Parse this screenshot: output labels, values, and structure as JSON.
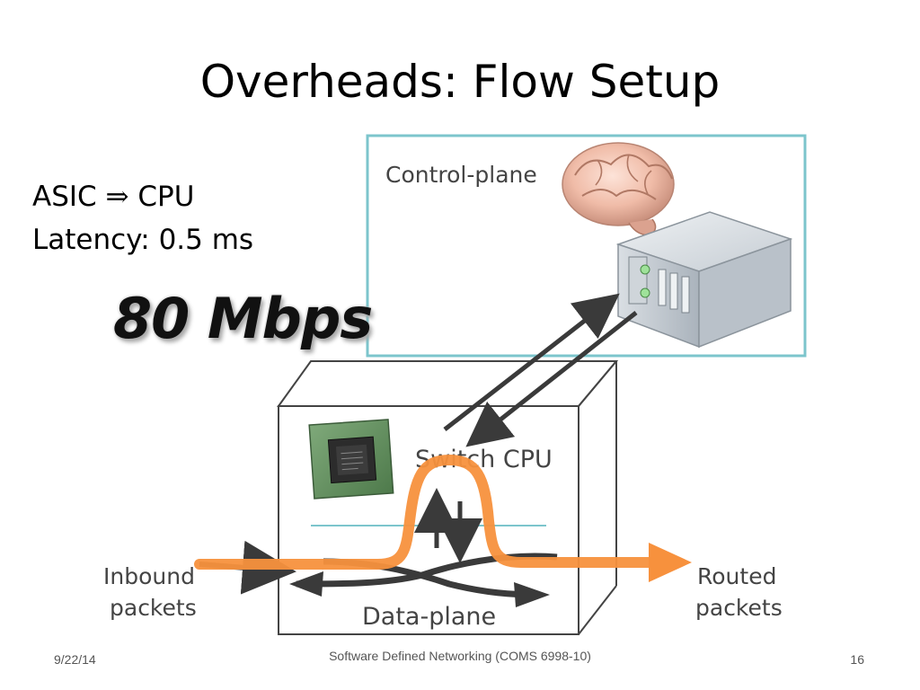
{
  "slide": {
    "title": "Overheads: Flow Setup",
    "bullets": {
      "line1_left": "ASIC",
      "line1_arrow": "⇒",
      "line1_right": "CPU",
      "line2": "Latency: 0.5 ms"
    },
    "rate": "80 Mbps"
  },
  "diagram": {
    "control_plane_label": "Control-plane",
    "switch_cpu_label": "Switch CPU",
    "data_plane_label": "Data-plane",
    "inbound_label_1": "Inbound",
    "inbound_label_2": "packets",
    "routed_label_1": "Routed",
    "routed_label_2": "packets",
    "colors": {
      "control_box_border": "#7cc5cc",
      "flow_path": "#f7913d",
      "arrows": "#3a3a3a",
      "divider": "#7cc5cc"
    },
    "icons": [
      "brain-icon",
      "server-icon",
      "chip-icon"
    ]
  },
  "footer": {
    "date": "9/22/14",
    "course": "Software Defined Networking (COMS 6998-10)",
    "page": "16"
  }
}
